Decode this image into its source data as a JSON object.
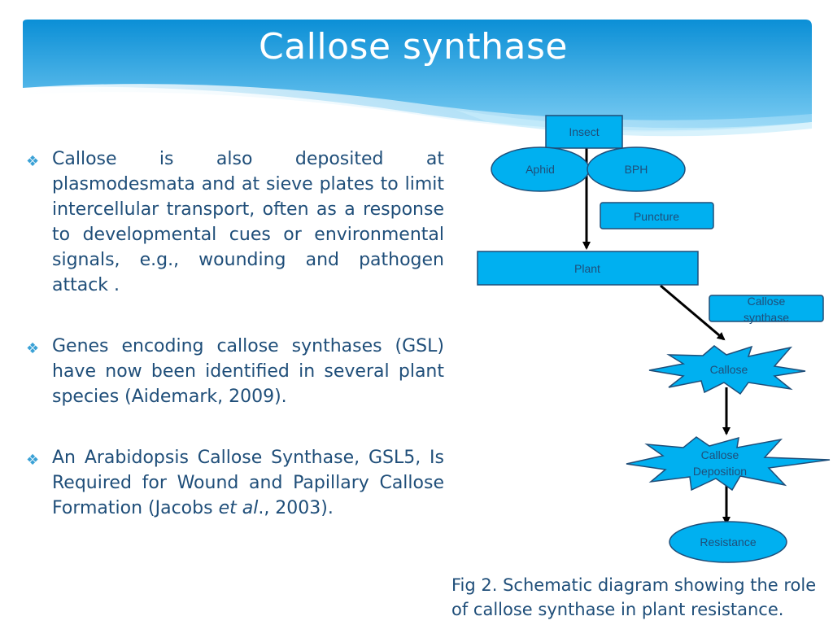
{
  "slide": {
    "title": "Callose synthase",
    "bullets": [
      {
        "icon": "diamond-bullet-icon",
        "text": "Callose is also deposited at plasmodesmata and at sieve plates to limit intercellular transport, often as a response to developmental cues or environmental signals, e.g., wounding and pathogen attack ."
      },
      {
        "icon": "diamond-bullet-icon",
        "text": "Genes encoding callose synthases (GSL) have now been identified in several plant species (Aidemark, 2009)."
      },
      {
        "icon": "diamond-bullet-icon",
        "parts": [
          {
            "text": "An Arabidopsis Callose Synthase, GSL5, Is Required for Wound and Papillary Callose Formation (Jacobs ",
            "italic": false
          },
          {
            "text": "et al",
            "italic": true
          },
          {
            "text": "., 2003).",
            "italic": false
          }
        ]
      }
    ],
    "caption": "Fig  2. Schematic diagram showing the role of callose synthase in plant resistance."
  },
  "diagram": {
    "nodes": {
      "insect": "Insect",
      "aphid": "Aphid",
      "bph": "BPH",
      "puncture": "Puncture",
      "plant": "Plant",
      "callose_synthase_line1": "Callose",
      "callose_synthase_line2": "synthase",
      "callose": "Callose",
      "callose_deposition_line1": "Callose",
      "callose_deposition_line2": "Deposition",
      "resistance": "Resistance"
    },
    "colors": {
      "node_fill": "#00b0f0",
      "node_stroke": "#1f4e79",
      "arrow": "#000000",
      "text": "#1f4e79"
    }
  },
  "theme": {
    "banner_top": "#0b8fd6",
    "banner_bottom": "#9fdcf7",
    "bullet_color": "#3aa1d6",
    "body_text": "#1f4e79"
  }
}
